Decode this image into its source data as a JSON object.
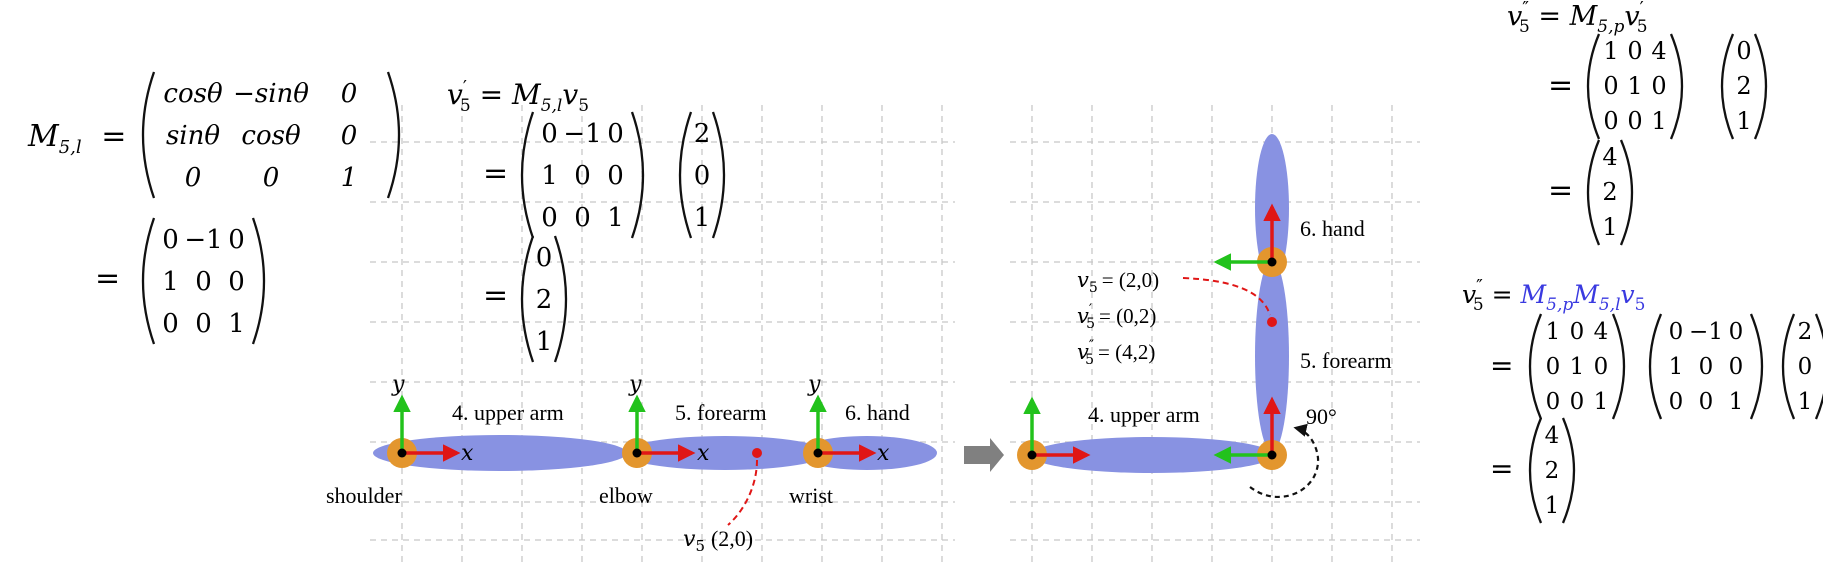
{
  "colors": {
    "bone": "#8892e2",
    "joint": "#e3962e",
    "x_axis": "#e01616",
    "y_axis": "#22c21c",
    "point": "#e01616",
    "grid": "#c8c8c8",
    "arrow": "#808080",
    "highlight": "#3a3ae0"
  },
  "matrices": {
    "rotation": [
      [
        "cosθ",
        "−sinθ",
        "0"
      ],
      [
        "sinθ",
        "cosθ",
        "0"
      ],
      [
        "0",
        "0",
        "1"
      ]
    ],
    "rotation_90": [
      [
        "0",
        "−1",
        "0"
      ],
      [
        "1",
        "0",
        "0"
      ],
      [
        "0",
        "0",
        "1"
      ]
    ],
    "translation": [
      [
        "1",
        "0",
        "4"
      ],
      [
        "0",
        "1",
        "0"
      ],
      [
        "0",
        "0",
        "1"
      ]
    ],
    "v5": [
      "2",
      "0",
      "1"
    ],
    "v5_prime": [
      "0",
      "2",
      "1"
    ],
    "v5_double_prime": [
      "4",
      "2",
      "1"
    ]
  },
  "equations": {
    "m5l_lhs": "M",
    "m5l_sub": "5,l",
    "eq": "=",
    "vp_lhs": "v",
    "vp_sub": "5",
    "vp_prime": "′",
    "vp_rhs_M": "M",
    "vp_rhs_sub": "5,l",
    "vp_rhs_v": "v",
    "vp_rhs_vsub": "5",
    "vpp_prime": "″",
    "vpp_rhs_sub": "5,p",
    "combined_sub1": "5,p",
    "combined_sub2": "5,l"
  },
  "left_diagram": {
    "axis_x": "x",
    "axis_y": "y",
    "bones": [
      "4. upper arm",
      "5. forearm",
      "6. hand"
    ],
    "joints": [
      "shoulder",
      "elbow",
      "wrist"
    ],
    "point_label_v": "v",
    "point_label_sub": "5",
    "point_label_coord": "(2,0)"
  },
  "right_diagram": {
    "bones": [
      "4. upper arm",
      "5. forearm",
      "6. hand"
    ],
    "angle": "90°",
    "v5_text": "= (2,0)",
    "v5p_text": "= (0,2)",
    "v5pp_text": "= (4,2)"
  }
}
